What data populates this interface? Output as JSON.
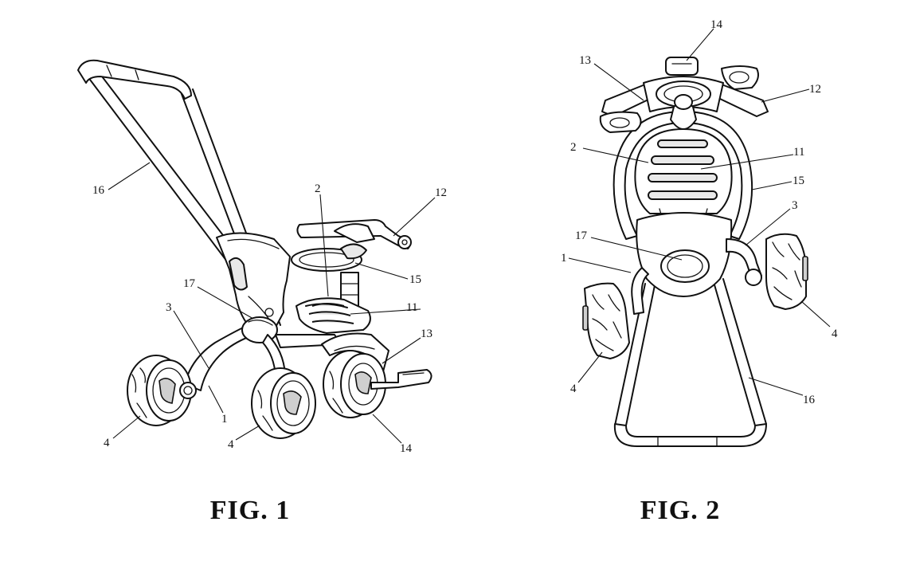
{
  "figures": [
    {
      "caption": "FIG. 1",
      "labels": {
        "l16": "16",
        "l2": "2",
        "l12": "12",
        "l15": "15",
        "l17": "17",
        "l3": "3",
        "l11": "11",
        "l13": "13",
        "l1": "1",
        "l4a": "4",
        "l4b": "4",
        "l14": "14"
      }
    },
    {
      "caption": "FIG. 2",
      "labels": {
        "l14": "14",
        "l13": "13",
        "l12": "12",
        "l2": "2",
        "l11": "11",
        "l15": "15",
        "l3": "3",
        "l17": "17",
        "l1": "1",
        "l4a": "4",
        "l4b": "4",
        "l16": "16"
      }
    }
  ]
}
